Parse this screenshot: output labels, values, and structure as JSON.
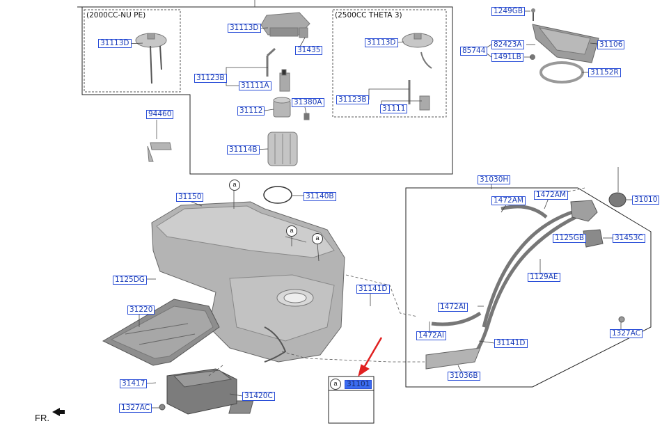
{
  "sections": {
    "nu_pe": "(2000CC-NU PE)",
    "theta3": "(2500CC THETA 3)"
  },
  "labels": {
    "l_31113D_a": "31113D",
    "l_31113D_b": "31113D",
    "l_31113D_c": "31113D",
    "l_31435": "31435",
    "l_31123B_a": "31123B",
    "l_31123B_b": "31123B",
    "l_31111A": "31111A",
    "l_31111": "31111",
    "l_31112": "31112",
    "l_31380A": "31380A",
    "l_31114B": "31114B",
    "l_94460": "94460",
    "l_1249GB": "1249GB",
    "l_82423A": "82423A",
    "l_85744": "85744",
    "l_1491LB": "1491LB",
    "l_31106": "31106",
    "l_31152R": "31152R",
    "l_31150": "31150",
    "l_31140B": "31140B",
    "l_1125DG": "1125DG",
    "l_31220": "31220",
    "l_31141D_a": "31141D",
    "l_31141D_b": "31141D",
    "l_31030H": "31030H",
    "l_1472AM_a": "1472AM",
    "l_1472AM_b": "1472AM",
    "l_31010": "31010",
    "l_31453C": "31453C",
    "l_1125GB": "1125GB",
    "l_1129AE": "1129AE",
    "l_1472AI_a": "1472AI",
    "l_1472AI_b": "1472AI",
    "l_1327AC_a": "1327AC",
    "l_1327AC_b": "1327AC",
    "l_31036B": "31036B",
    "l_31417": "31417",
    "l_31420C": "31420C",
    "l_31101": "31101"
  },
  "callout_letter": "a",
  "front_label": "FR.",
  "colors": {
    "label_border": "#2b4fd8",
    "label_text": "#1a3cb8",
    "highlight": "#3b6cf0",
    "arrow": "#e02020"
  }
}
